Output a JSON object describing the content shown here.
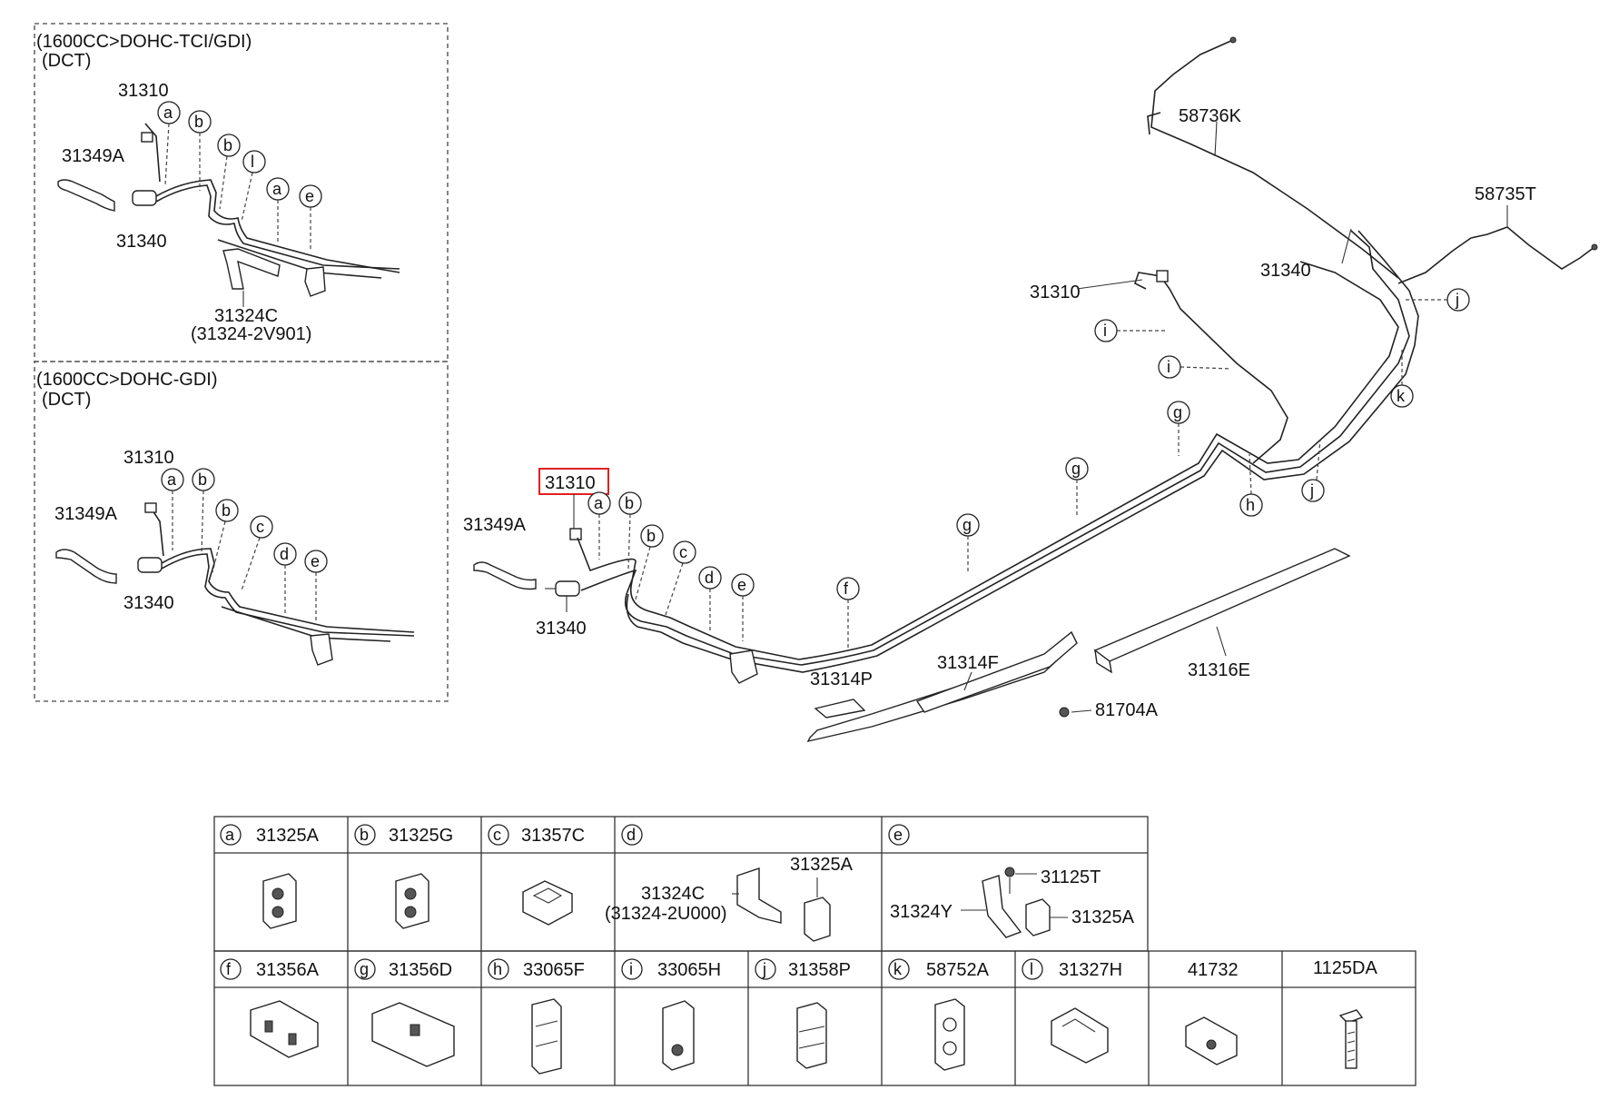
{
  "inset_top": {
    "title_line1": "(1600CC>DOHC-TCI/GDI)",
    "title_line2": "(DCT)",
    "labels": {
      "p31310": "31310",
      "p31349a": "31349A",
      "p31340": "31340",
      "p31324c": "31324C",
      "p31324c_alt": "(31324-2V901)"
    },
    "clips": [
      "a",
      "b",
      "b",
      "l",
      "a",
      "e"
    ]
  },
  "inset_bottom": {
    "title_line1": "(1600CC>DOHC-GDI)",
    "title_line2": "(DCT)",
    "labels": {
      "p31310": "31310",
      "p31349a": "31349A",
      "p31340": "31340"
    },
    "clips": [
      "a",
      "b",
      "b",
      "c",
      "d",
      "e"
    ]
  },
  "main": {
    "labels": {
      "p31310_front": "31310",
      "p31349a": "31349A",
      "p31340_front": "31340",
      "p31314p": "31314P",
      "p31314f": "31314F",
      "p81704a": "81704A",
      "p31316e": "31316E",
      "p31310_rear": "31310",
      "p31340_rear": "31340",
      "p58736k": "58736K",
      "p58735t": "58735T"
    },
    "clips": [
      "a",
      "b",
      "b",
      "c",
      "d",
      "e",
      "f",
      "g",
      "g",
      "g",
      "h",
      "i",
      "i",
      "j",
      "j",
      "k"
    ],
    "highlight_label": "31310"
  },
  "parts_table": {
    "row1": [
      {
        "letter": "a",
        "part": "31325A"
      },
      {
        "letter": "b",
        "part": "31325G"
      },
      {
        "letter": "c",
        "part": "31357C"
      },
      {
        "letter": "d",
        "part": "",
        "sub": [
          "31324C",
          "(31324-2U000)",
          "31325A"
        ]
      },
      {
        "letter": "e",
        "part": "",
        "sub": [
          "31125T",
          "31324Y",
          "31325A"
        ]
      }
    ],
    "row2": [
      {
        "letter": "f",
        "part": "31356A"
      },
      {
        "letter": "g",
        "part": "31356D"
      },
      {
        "letter": "h",
        "part": "33065F"
      },
      {
        "letter": "i",
        "part": "33065H"
      },
      {
        "letter": "j",
        "part": "31358P"
      },
      {
        "letter": "k",
        "part": "58752A"
      },
      {
        "letter": "l",
        "part": "31327H"
      },
      {
        "letter": "",
        "part": "41732"
      },
      {
        "letter": "",
        "part": "1125DA"
      }
    ]
  }
}
